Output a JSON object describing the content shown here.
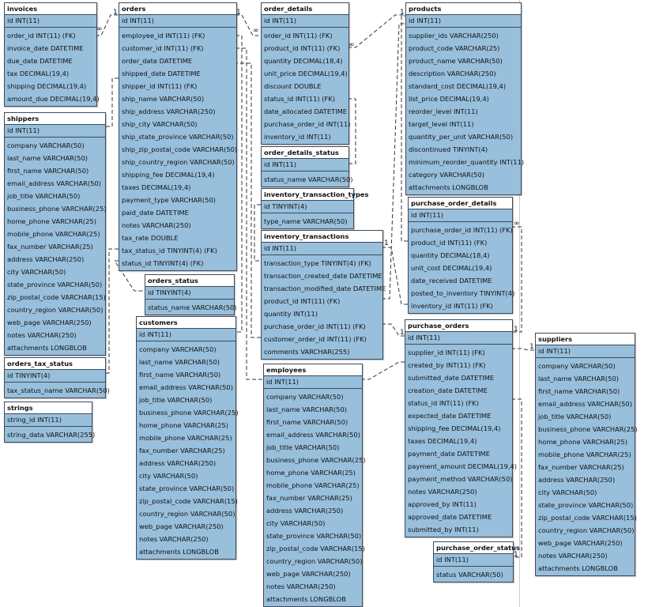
{
  "cardinality": {
    "one": "1",
    "many": "∞"
  },
  "tables": [
    {
      "name": "invoices",
      "pk": "id INT(11)",
      "fields": [
        "order_id INT(11) (FK)",
        "invoice_date DATETIME",
        "due_date DATETIME",
        "tax DECIMAL(19,4)",
        "shipping DECIMAL(19,4)",
        "amount_due DECIMAL(19,4)"
      ]
    },
    {
      "name": "orders",
      "pk": "id INT(11)",
      "fields": [
        "employee_id INT(11) (FK)",
        "customer_id INT(11) (FK)",
        "order_date DATETIME",
        "shipped_date DATETIME",
        "shipper_id INT(11) (FK)",
        "ship_name VARCHAR(50)",
        "ship_address VARCHAR(250)",
        "ship_city VARCHAR(50)",
        "ship_state_province VARCHAR(50)",
        "ship_zip_postal_code VARCHAR(50)",
        "ship_country_region VARCHAR(50)",
        "shipping_fee DECIMAL(19,4)",
        "taxes DECIMAL(19,4)",
        "payment_type VARCHAR(50)",
        "paid_date DATETIME",
        "notes VARCHAR(250)",
        "tax_rate DOUBLE",
        "tax_status_id TINYINT(4) (FK)",
        "status_id TINYINT(4) (FK)"
      ]
    },
    {
      "name": "order_details",
      "pk": "id INT(11)",
      "fields": [
        "order_id INT(11) (FK)",
        "product_id INT(11) (FK)",
        "quantity DECIMAL(18,4)",
        "unit_price DECIMAL(19,4)",
        "discount DOUBLE",
        "status_id INT(11) (FK)",
        "date_allocated DATETIME",
        "purchase_order_id INT(11)",
        "inventory_id INT(11)"
      ]
    },
    {
      "name": "products",
      "pk": "id INT(11)",
      "fields": [
        "supplier_ids VARCHAR(250)",
        "product_code VARCHAR(25)",
        "product_name VARCHAR(50)",
        "description VARCHAR(250)",
        "standard_cost DECIMAL(19,4)",
        "list_price DECIMAL(19,4)",
        "reorder_level INT(11)",
        "target_level INT(11)",
        "quantity_per_unit VARCHAR(50)",
        "discontinued TINYINT(4)",
        "minimum_reorder_quantity INT(11)",
        "category VARCHAR(50)",
        "attachments LONGBLOB"
      ]
    },
    {
      "name": "shippers",
      "pk": "id INT(11)",
      "fields": [
        "company VARCHAR(50)",
        "last_name VARCHAR(50)",
        "first_name VARCHAR(50)",
        "email_address VARCHAR(50)",
        "job_title VARCHAR(50)",
        "business_phone VARCHAR(25)",
        "home_phone VARCHAR(25)",
        "mobile_phone VARCHAR(25)",
        "fax_number VARCHAR(25)",
        "address VARCHAR(250)",
        "city VARCHAR(50)",
        "state_province VARCHAR(50)",
        "zip_postal_code VARCHAR(15)",
        "country_region VARCHAR(50)",
        "web_page VARCHAR(250)",
        "notes VARCHAR(250)",
        "attachments LONGBLOB"
      ]
    },
    {
      "name": "order_details_status",
      "pk": "id INT(11)",
      "fields": [
        "status_name VARCHAR(50)"
      ]
    },
    {
      "name": "inventory_transaction_types",
      "pk": "id TINYINT(4)",
      "fields": [
        "type_name VARCHAR(50)"
      ]
    },
    {
      "name": "inventory_transactions",
      "pk": "id INT(11)",
      "fields": [
        "transaction_type TINYINT(4) (FK)",
        "transaction_created_date DATETIME",
        "transaction_modified_date DATETIME",
        "product_id INT(11) (FK)",
        "quantity INT(11)",
        "purchase_order_id INT(11) (FK)",
        "customer_order_id INT(11) (FK)",
        "comments VARCHAR(255)"
      ]
    },
    {
      "name": "purchase_order_details",
      "pk": "id INT(11)",
      "fields": [
        "purchase_order_id INT(11) (FK)",
        "product_id INT(11) (FK)",
        "quantity DECIMAL(18,4)",
        "unit_cost DECIMAL(19,4)",
        "date_received DATETIME",
        "posted_to_inventory TINYINT(4)",
        "inventory_id INT(11) (FK)"
      ]
    },
    {
      "name": "orders_status",
      "pk": "id TINYINT(4)",
      "fields": [
        "status_name VARCHAR(50)"
      ]
    },
    {
      "name": "customers",
      "pk": "id INT(11)",
      "fields": [
        "company VARCHAR(50)",
        "last_name VARCHAR(50)",
        "first_name VARCHAR(50)",
        "email_address VARCHAR(50)",
        "job_title VARCHAR(50)",
        "business_phone VARCHAR(25)",
        "home_phone VARCHAR(25)",
        "mobile_phone VARCHAR(25)",
        "fax_number VARCHAR(25)",
        "address VARCHAR(250)",
        "city VARCHAR(50)",
        "state_province VARCHAR(50)",
        "zip_postal_code VARCHAR(15)",
        "country_region VARCHAR(50)",
        "web_page VARCHAR(250)",
        "notes VARCHAR(250)",
        "attachments LONGBLOB"
      ]
    },
    {
      "name": "orders_tax_status",
      "pk": "id TINYINT(4)",
      "fields": [
        "tax_status_name VARCHAR(50)"
      ]
    },
    {
      "name": "strings",
      "pk": "string_id INT(11)",
      "fields": [
        "string_data VARCHAR(255)"
      ]
    },
    {
      "name": "employees",
      "pk": "id INT(11)",
      "fields": [
        "company VARCHAR(50)",
        "last_name VARCHAR(50)",
        "first_name VARCHAR(50)",
        "email_address VARCHAR(50)",
        "job_title VARCHAR(50)",
        "business_phone VARCHAR(25)",
        "home_phone VARCHAR(25)",
        "mobile_phone VARCHAR(25)",
        "fax_number VARCHAR(25)",
        "address VARCHAR(250)",
        "city VARCHAR(50)",
        "state_province VARCHAR(50)",
        "zip_postal_code VARCHAR(15)",
        "country_region VARCHAR(50)",
        "web_page VARCHAR(250)",
        "notes VARCHAR(250)",
        "attachments LONGBLOB"
      ]
    },
    {
      "name": "purchase_orders",
      "pk": "id INT(11)",
      "fields": [
        "supplier_id INT(11) (FK)",
        "created_by INT(11) (FK)",
        "submitted_date DATETIME",
        "creation_date DATETIME",
        "status_id INT(11) (FK)",
        "expected_date DATETIME",
        "shipping_fee DECIMAL(19,4)",
        "taxes DECIMAL(19,4)",
        "payment_date DATETIME",
        "payment_amount DECIMAL(19,4)",
        "payment_method VARCHAR(50)",
        "notes VARCHAR(250)",
        "approved_by INT(11)",
        "approved_date DATETIME",
        "submitted_by INT(11)"
      ]
    },
    {
      "name": "suppliers",
      "pk": "id INT(11)",
      "fields": [
        "company VARCHAR(50)",
        "last_name VARCHAR(50)",
        "first_name VARCHAR(50)",
        "email_address VARCHAR(50)",
        "job_title VARCHAR(50)",
        "business_phone VARCHAR(25)",
        "home_phone VARCHAR(25)",
        "mobile_phone VARCHAR(25)",
        "fax_number VARCHAR(25)",
        "address VARCHAR(250)",
        "city VARCHAR(50)",
        "state_province VARCHAR(50)",
        "zip_postal_code VARCHAR(15)",
        "country_region VARCHAR(50)",
        "web_page VARCHAR(250)",
        "notes VARCHAR(250)",
        "attachments LONGBLOB"
      ]
    },
    {
      "name": "purchase_order_status",
      "pk": "id INT(11)",
      "fields": [
        "status VARCHAR(50)"
      ]
    }
  ]
}
